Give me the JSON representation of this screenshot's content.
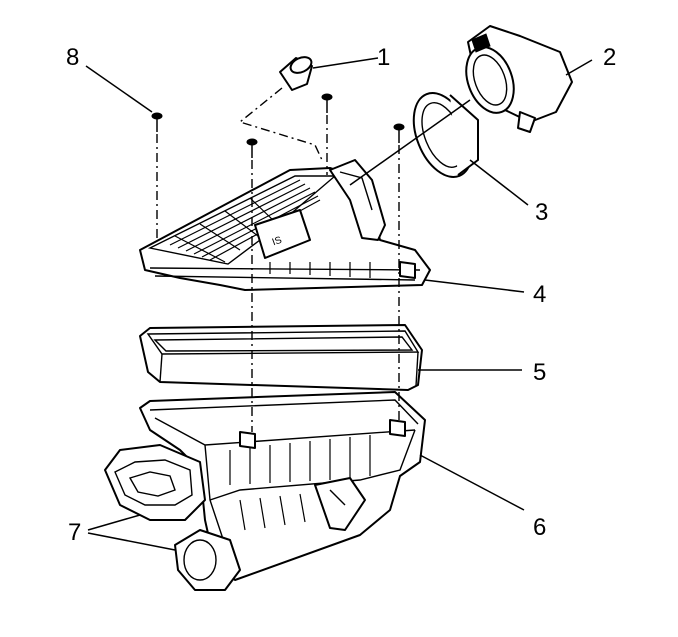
{
  "diagram": {
    "callouts": [
      {
        "id": "1",
        "label": "1"
      },
      {
        "id": "2",
        "label": "2"
      },
      {
        "id": "3",
        "label": "3"
      },
      {
        "id": "4",
        "label": "4"
      },
      {
        "id": "5",
        "label": "5"
      },
      {
        "id": "6",
        "label": "6"
      },
      {
        "id": "7",
        "label": "7"
      },
      {
        "id": "8",
        "label": "8"
      }
    ],
    "cover_marking": "IS"
  },
  "colors": {
    "line": "#000000",
    "background": "#ffffff"
  }
}
